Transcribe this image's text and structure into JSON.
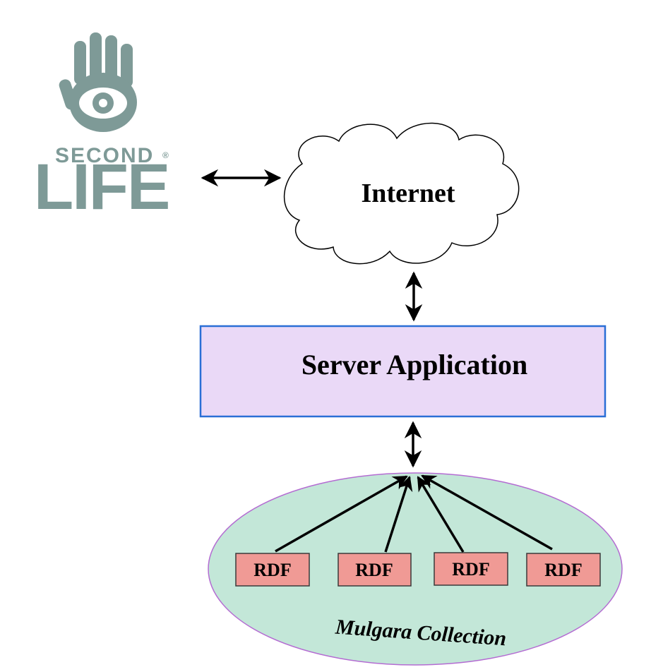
{
  "logo": {
    "line1": "SECOND",
    "line2": "LIFE",
    "registered": "®",
    "color": "#7e9a97",
    "icon": "hand-eye-icon"
  },
  "internet": {
    "label": "Internet"
  },
  "server": {
    "label": "Server Application",
    "fill": "#ead9f7",
    "stroke": "#2a6fd6"
  },
  "collection": {
    "label": "Mulgara Collection",
    "fill": "#c3e7d8",
    "stroke": "#b46cd2",
    "items": [
      {
        "label": "RDF"
      },
      {
        "label": "RDF"
      },
      {
        "label": "RDF"
      },
      {
        "label": "RDF"
      }
    ],
    "item_fill": "#f09a95"
  },
  "edges": [
    {
      "from": "logo",
      "to": "internet",
      "type": "bidirectional"
    },
    {
      "from": "internet",
      "to": "server",
      "type": "bidirectional"
    },
    {
      "from": "server",
      "to": "collection",
      "type": "bidirectional"
    },
    {
      "from": "rdf-1",
      "to": "collection-hub",
      "type": "directed"
    },
    {
      "from": "rdf-2",
      "to": "collection-hub",
      "type": "directed"
    },
    {
      "from": "rdf-3",
      "to": "collection-hub",
      "type": "directed"
    },
    {
      "from": "rdf-4",
      "to": "collection-hub",
      "type": "directed"
    }
  ]
}
